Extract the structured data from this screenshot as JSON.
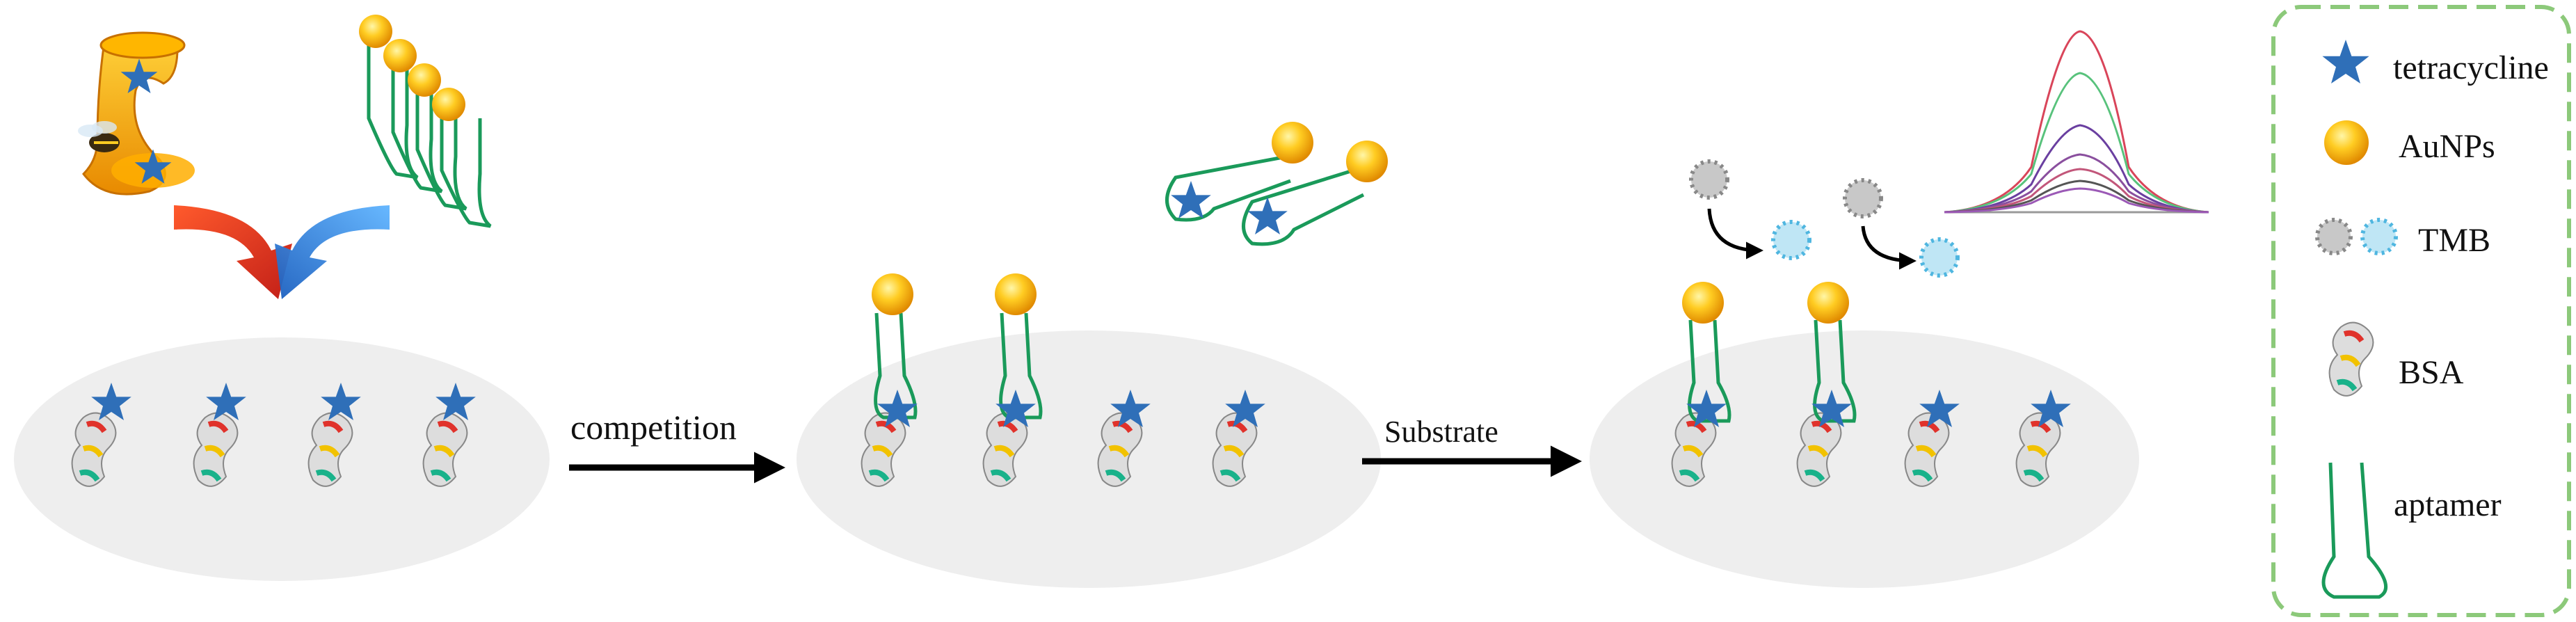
{
  "colors": {
    "plate": "#eeeeee",
    "aptamer": "#1a9a5a",
    "star": "#2f6fb8",
    "gold": "#f4b400",
    "tmb_gray": "#a5a5a5",
    "tmb_blue": "#4fb6e0",
    "legend_border": "#8cc97a",
    "arrow": "#000000",
    "curve_colors": [
      "#d9455a",
      "#58c27c",
      "#6a3fa0",
      "#8a4f9e",
      "#c2567a",
      "#555555",
      "#9b59b6"
    ]
  },
  "icons": {
    "star": "star-icon",
    "gold": "gold-nanoparticle-icon",
    "tmb": "tmb-molecule-icon",
    "bsa": "bsa-protein-icon",
    "aptamer": "aptamer-hairpin-icon",
    "honey": "honey-bee-icon"
  },
  "arrows": {
    "competition": "competition",
    "substrate": "Substrate"
  },
  "legend": {
    "tetracycline": "tetracycline",
    "aunps": "AuNPs",
    "tmb": "TMB",
    "bsa": "BSA",
    "aptamer": "aptamer"
  }
}
